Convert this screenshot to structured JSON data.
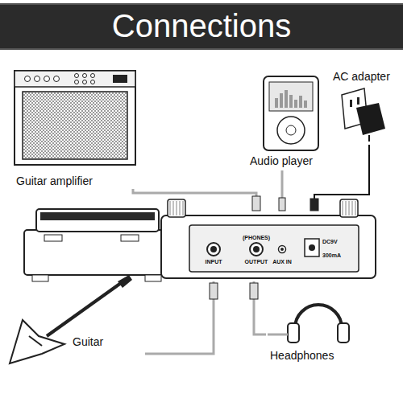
{
  "diagram": {
    "title": "Connections",
    "nodes": [
      {
        "text": [
          "Guitar amplifier"
        ]
      },
      {
        "text": [
          "Audio player"
        ]
      },
      {
        "text": [
          "AC adapter"
        ]
      },
      {
        "text": [
          "INPUT",
          "(PHONES)",
          "OUTPUT",
          "AUX IN",
          "DC9V",
          "300mA"
        ]
      },
      {
        "text": [
          "Guitar"
        ]
      },
      {
        "text": [
          "Headphones"
        ]
      }
    ],
    "edges": [
      {
        "from": 0,
        "to": 3,
        "arrow": "none"
      },
      {
        "from": 1,
        "to": 3,
        "arrow": "none"
      },
      {
        "from": 2,
        "to": 3,
        "arrow": "none"
      },
      {
        "from": 4,
        "to": 3,
        "arrow": "none"
      },
      {
        "from": 5,
        "to": 3,
        "arrow": "none"
      }
    ]
  }
}
